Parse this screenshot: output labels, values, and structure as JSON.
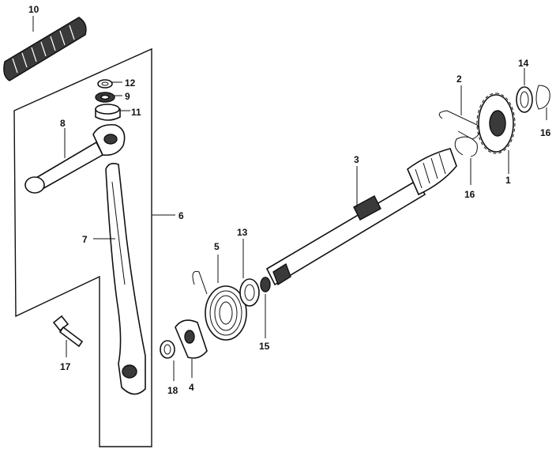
{
  "diagram": {
    "callouts": {
      "p1": "1",
      "p2": "2",
      "p3": "3",
      "p4": "4",
      "p5": "5",
      "p6": "6",
      "p7": "7",
      "p8": "8",
      "p9": "9",
      "p10": "10",
      "p11": "11",
      "p12": "12",
      "p13": "13",
      "p14": "14",
      "p15": "15",
      "p16a": "16",
      "p16b": "16",
      "p17": "17",
      "p18": "18"
    }
  }
}
